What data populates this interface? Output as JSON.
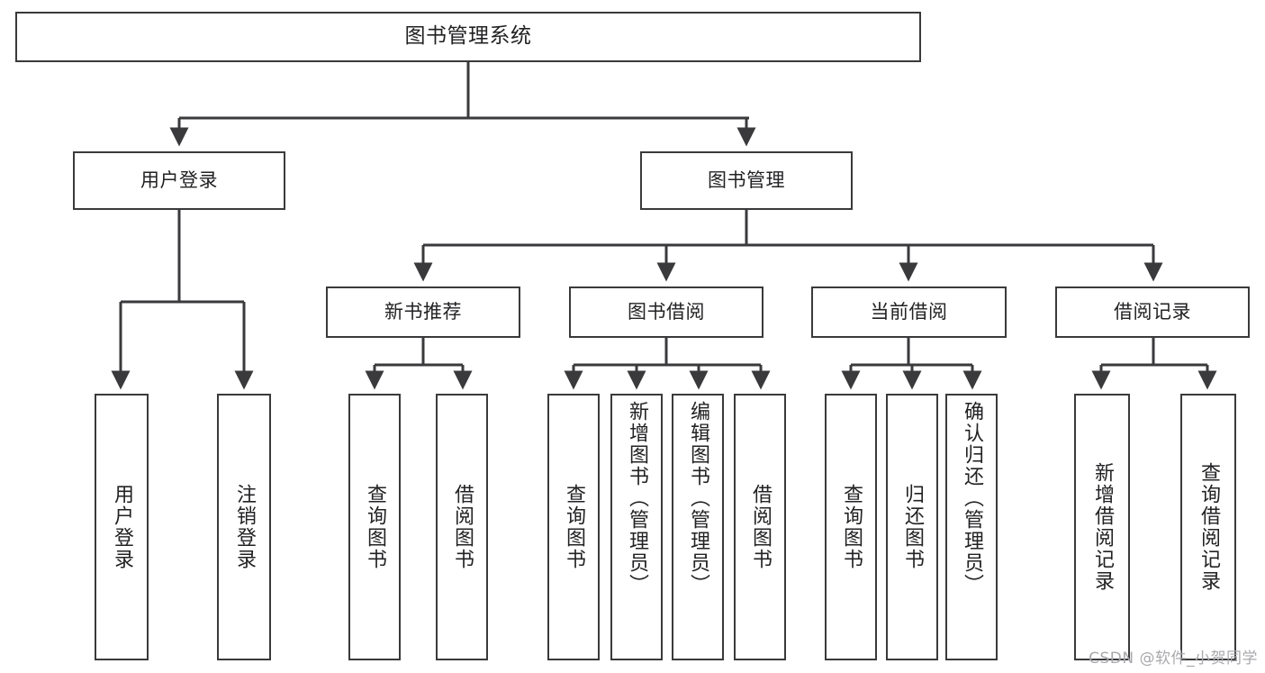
{
  "diagram": {
    "title": "图书管理系统",
    "type": "hierarchy-tree",
    "root": {
      "label": "图书管理系统"
    },
    "level1": [
      {
        "label": "用户登录"
      },
      {
        "label": "图书管理"
      }
    ],
    "level2": [
      {
        "label": "新书推荐"
      },
      {
        "label": "图书借阅"
      },
      {
        "label": "当前借阅"
      },
      {
        "label": "借阅记录"
      }
    ],
    "leaves": {
      "login": [
        {
          "label": "用户登录"
        },
        {
          "label": "注销登录"
        }
      ],
      "newbook": [
        {
          "label": "查询图书"
        },
        {
          "label": "借阅图书"
        }
      ],
      "borrow": [
        {
          "label": "查询图书"
        },
        {
          "label": "新增图书（管理员）"
        },
        {
          "label": "编辑图书（管理员）"
        },
        {
          "label": "借阅图书"
        }
      ],
      "current": [
        {
          "label": "查询图书"
        },
        {
          "label": "归还图书"
        },
        {
          "label": "确认归还（管理员）"
        }
      ],
      "record": [
        {
          "label": "新增借阅记录"
        },
        {
          "label": "查询借阅记录"
        }
      ]
    },
    "colors": {
      "line": "#3a3a3c",
      "box_fill": "#ffffff",
      "text": "#222224",
      "watermark": "#a9a9ad"
    }
  },
  "watermark": {
    "text": "CSDN @软件_小贺同学"
  }
}
